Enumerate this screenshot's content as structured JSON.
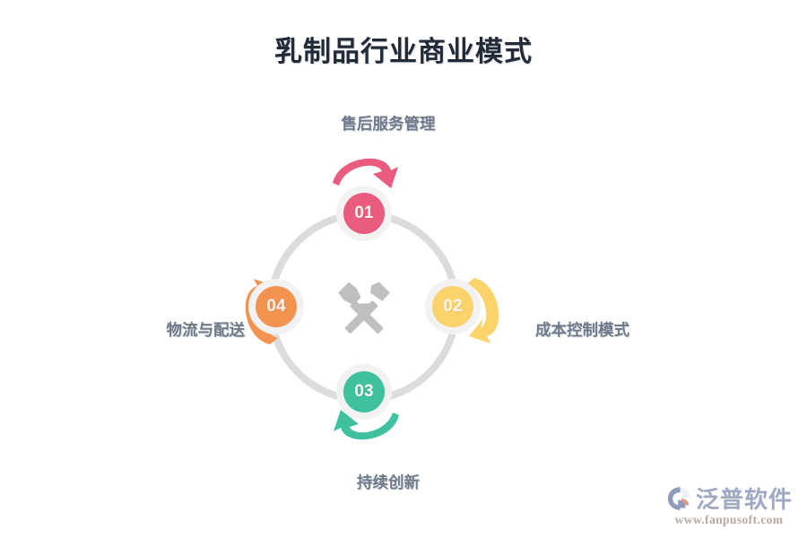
{
  "page": {
    "title": "乳制品行业商业模式",
    "background_color": "#ffffff",
    "title_color": "#232b39"
  },
  "diagram": {
    "type": "cycle",
    "direction": "clockwise",
    "ring_color": "#dcdcdc",
    "center_icon": "crossed-hammers-icon",
    "center_icon_color": "#bfbfbf",
    "label_color": "#6e7a8a",
    "nodes": [
      {
        "number": "01",
        "label": "售后服务管理",
        "color": "#ea5c7e",
        "position": "top",
        "arrow_icon": "curved-arrow-clockwise-icon"
      },
      {
        "number": "02",
        "label": "成本控制模式",
        "color": "#fbd36b",
        "position": "right",
        "arrow_icon": "curved-arrow-clockwise-icon"
      },
      {
        "number": "03",
        "label": "持续创新",
        "color": "#3fc1a0",
        "position": "bottom",
        "arrow_icon": "curved-arrow-clockwise-icon"
      },
      {
        "number": "04",
        "label": "物流与配送",
        "color": "#f4934f",
        "position": "left",
        "arrow_icon": "curved-arrow-clockwise-icon"
      }
    ]
  },
  "watermark": {
    "brand": "泛普软件",
    "url": "www.fanpusoft.com",
    "mark_icon": "fanpu-logo-icon",
    "brand_color": "#9fa9c4",
    "url_color": "#b9a8a0"
  }
}
